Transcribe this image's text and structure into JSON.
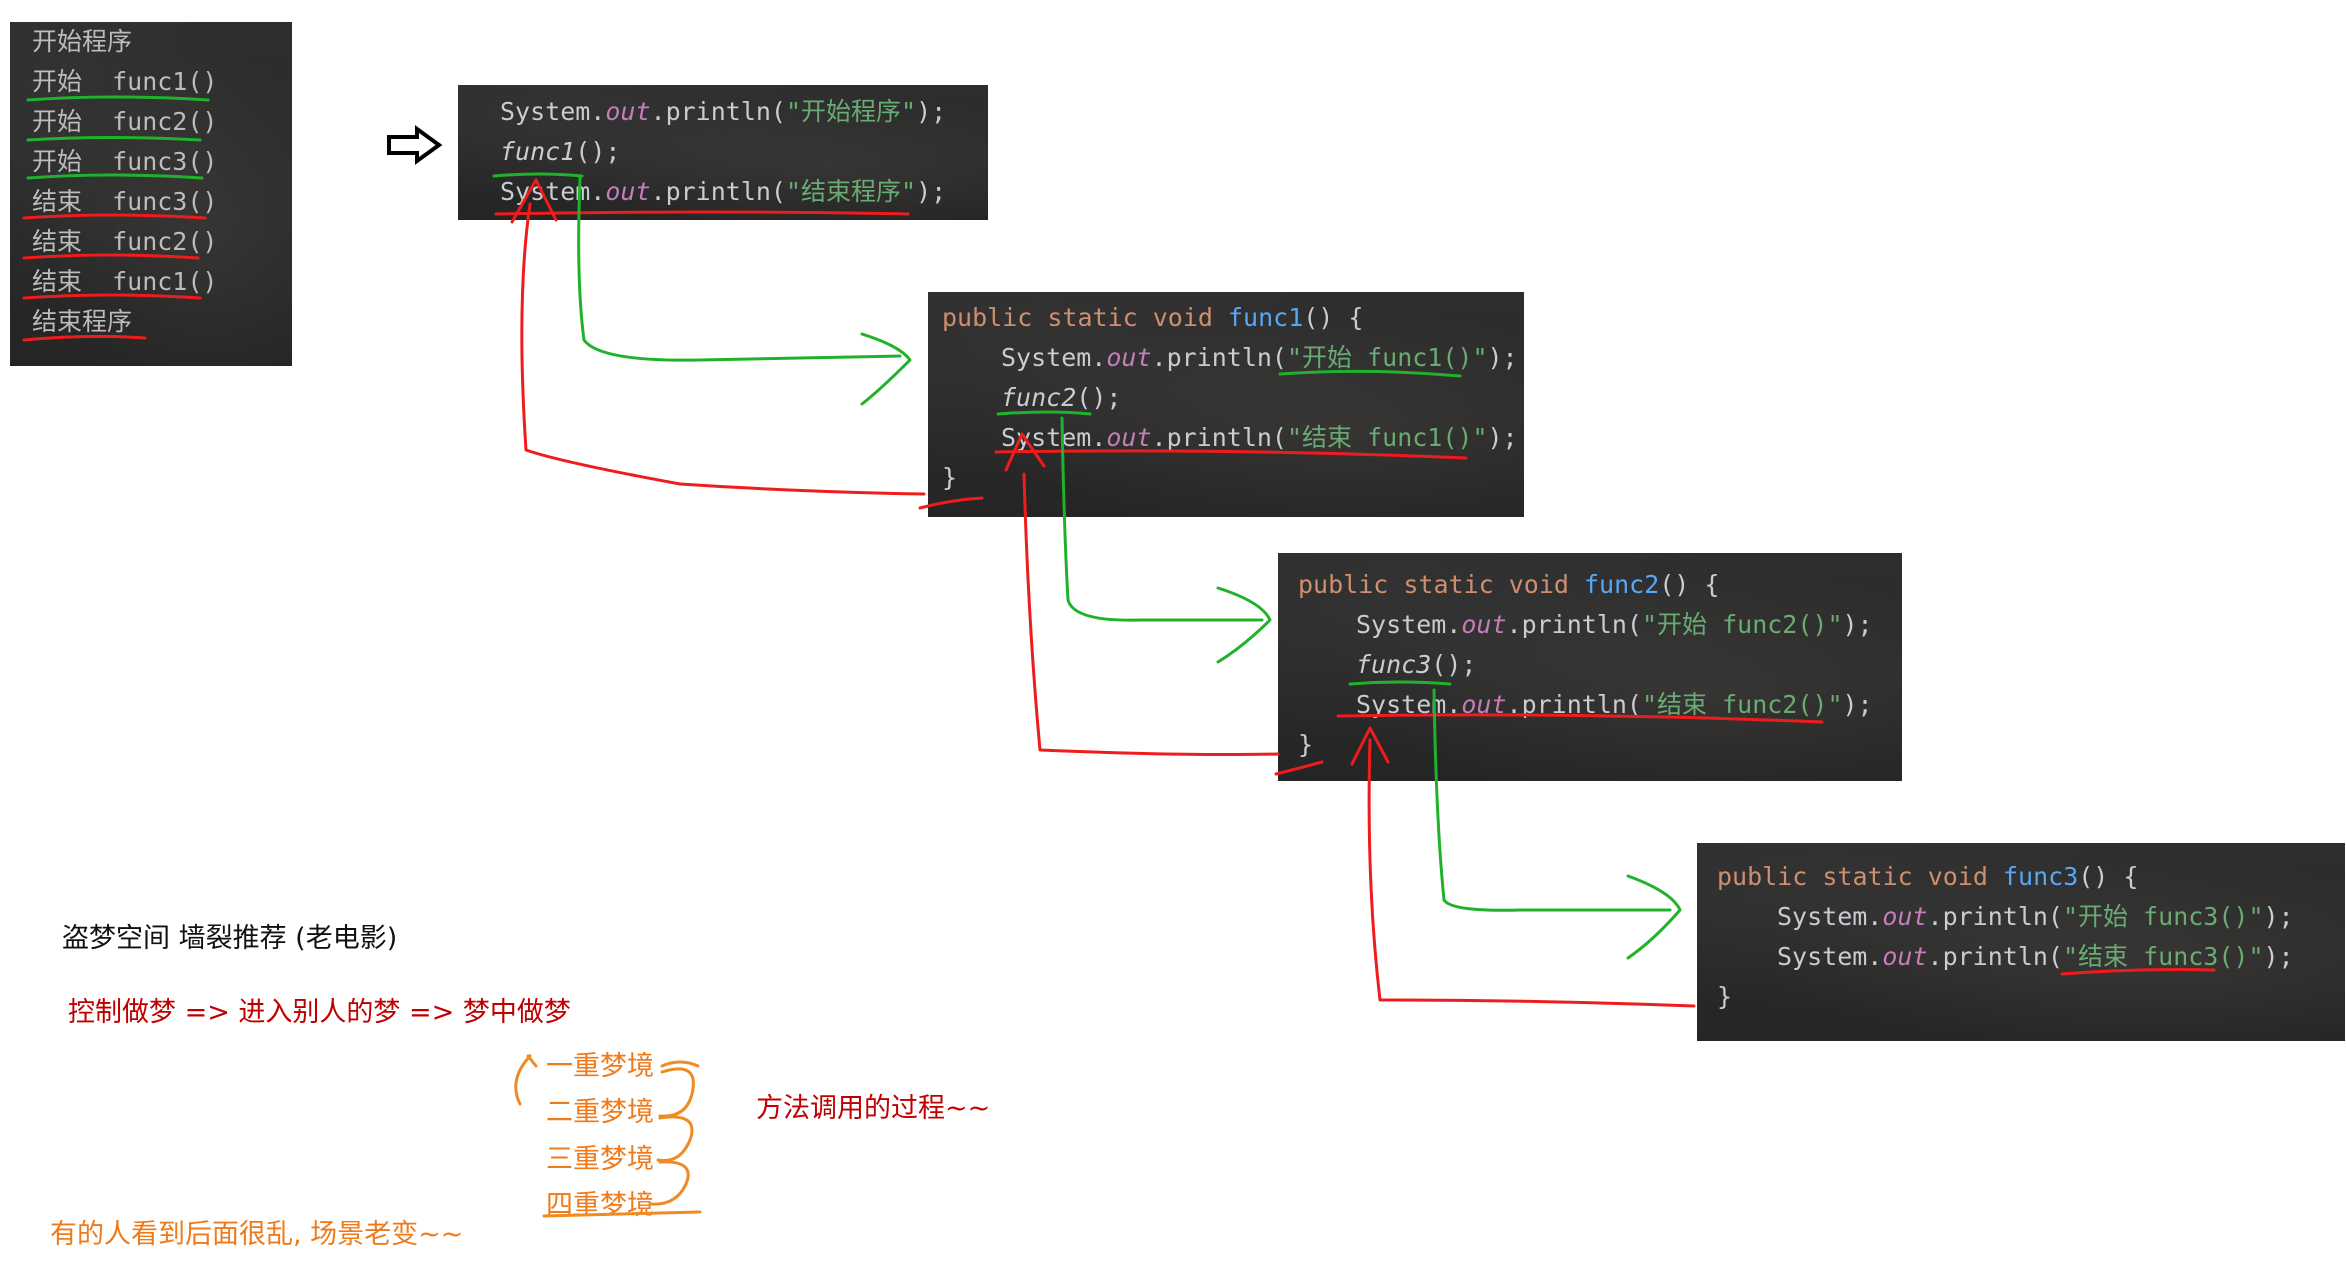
{
  "console": {
    "lines": [
      "开始程序",
      "开始  func1()",
      "开始  func2()",
      "开始  func3()",
      "结束  func3()",
      "结束  func2()",
      "结束  func1()",
      "结束程序"
    ]
  },
  "main_block": {
    "line1": {
      "a": "System.",
      "b": "out",
      "c": ".println(",
      "s": "\"开始程序\"",
      "d": ");"
    },
    "line2": {
      "call": "func1",
      "d": "();"
    },
    "line3": {
      "a": "System.",
      "b": "out",
      "c": ".println(",
      "s": "\"结束程序\"",
      "d": ");"
    }
  },
  "func_blocks": [
    {
      "sig": {
        "kw": "public static void ",
        "name": "func1",
        "rest": "() {"
      },
      "print_start": {
        "a": "System.",
        "b": "out",
        "c": ".println(",
        "s": "\"开始 func1()\"",
        "d": ");"
      },
      "call": {
        "name": "func2",
        "rest": "();"
      },
      "print_end": {
        "a": "System.",
        "b": "out",
        "c": ".println(",
        "s": "\"结束 func1()\"",
        "d": ");"
      },
      "close": "}"
    },
    {
      "sig": {
        "kw": "public static void ",
        "name": "func2",
        "rest": "() {"
      },
      "print_start": {
        "a": "System.",
        "b": "out",
        "c": ".println(",
        "s": "\"开始 func2()\"",
        "d": ");"
      },
      "call": {
        "name": "func3",
        "rest": "();"
      },
      "print_end": {
        "a": "System.",
        "b": "out",
        "c": ".println(",
        "s": "\"结束 func2()\"",
        "d": ");"
      },
      "close": "}"
    },
    {
      "sig": {
        "kw": "public static void ",
        "name": "func3",
        "rest": "() {"
      },
      "print_start": {
        "a": "System.",
        "b": "out",
        "c": ".println(",
        "s": "\"开始 func3()\"",
        "d": ");"
      },
      "print_end": {
        "a": "System.",
        "b": "out",
        "c": ".println(",
        "s": "\"结束 func3()\"",
        "d": ");"
      },
      "close": "}"
    }
  ],
  "notes": {
    "movie": "盗梦空间   墙裂推荐 (老电影)",
    "analogy": "控制做梦 => 进入别人的梦 => 梦中做梦",
    "dream_levels": [
      "一重梦境",
      "二重梦境",
      "三重梦境",
      "四重梦境"
    ],
    "process": "方法调用的过程~~",
    "confusion": "有的人看到后面很乱, 场景老变~~"
  },
  "colors": {
    "red_annotation": "#ee1c1c",
    "green_annotation": "#20b22a",
    "orange_annotation": "#f08a24",
    "dark_red_text": "#c00000",
    "orange_text": "#f07a1a"
  }
}
